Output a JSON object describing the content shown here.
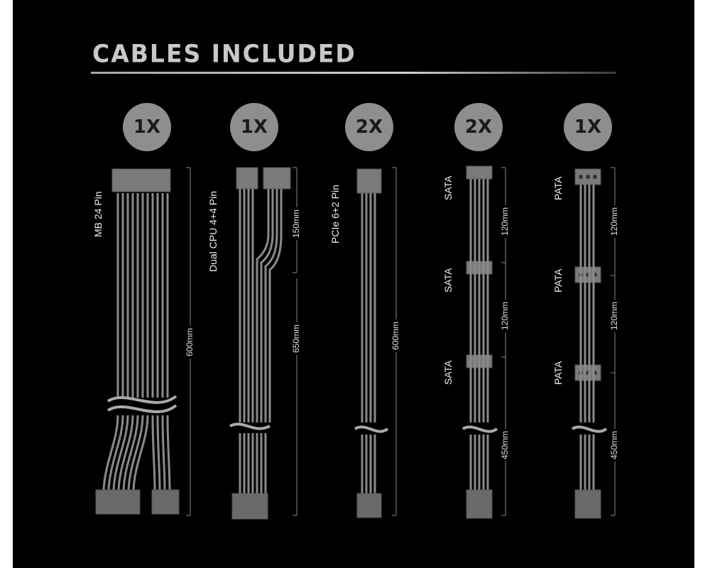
{
  "title": "CABLES INCLUDED",
  "colors": {
    "background": "#000000",
    "badge": "#8e8e8e",
    "cable": "#8a8a8a",
    "text": "#f0f0f0"
  },
  "cables": [
    {
      "qty": "1X",
      "name": "MB 24 Pin",
      "lengths": [
        "600mm"
      ]
    },
    {
      "qty": "1X",
      "name": "Dual CPU 4+4 Pin",
      "lengths": [
        "150mm",
        "650mm"
      ]
    },
    {
      "qty": "2X",
      "name": "PCIe 6+2 Pin",
      "lengths": [
        "600mm"
      ]
    },
    {
      "qty": "2X",
      "connectors": [
        "SATA",
        "SATA",
        "SATA"
      ],
      "lengths": [
        "120mm",
        "120mm",
        "450mm"
      ]
    },
    {
      "qty": "1X",
      "connectors": [
        "PATA",
        "PATA",
        "PATA"
      ],
      "lengths": [
        "120mm",
        "120mm",
        "450mm"
      ]
    }
  ]
}
